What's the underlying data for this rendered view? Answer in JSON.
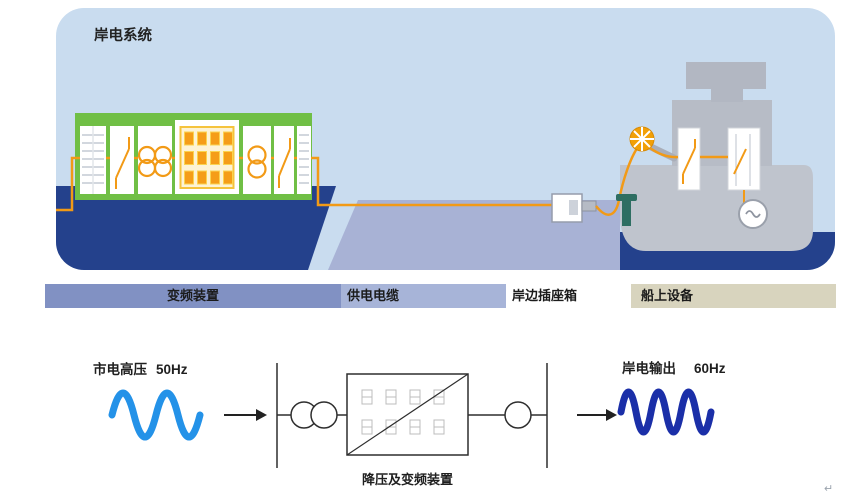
{
  "scene": {
    "title": "岸电系统",
    "colors": {
      "background": "#c9dcef",
      "water": "#24418c",
      "dock": "#a8b2d5",
      "building": "#70bf45",
      "cable": "#f29a16",
      "ship": "#bfc4cd"
    }
  },
  "legend": {
    "items": [
      {
        "label": "变频装置",
        "bg": "#8191c3"
      },
      {
        "label": "供电电缆",
        "bg": "#a7b4d8"
      },
      {
        "label": "岸边插座箱",
        "bg": "#ffffff"
      },
      {
        "label": "船上设备",
        "bg": "#d8d4be"
      }
    ]
  },
  "circuit": {
    "input": {
      "label": "市电高压",
      "freq": "50Hz",
      "wave_color": "#2492e8"
    },
    "output": {
      "label": "岸电输出",
      "freq": "60Hz",
      "wave_color": "#1b2fa8"
    },
    "device_label": "降压及变频装置"
  },
  "artifact": "↵"
}
